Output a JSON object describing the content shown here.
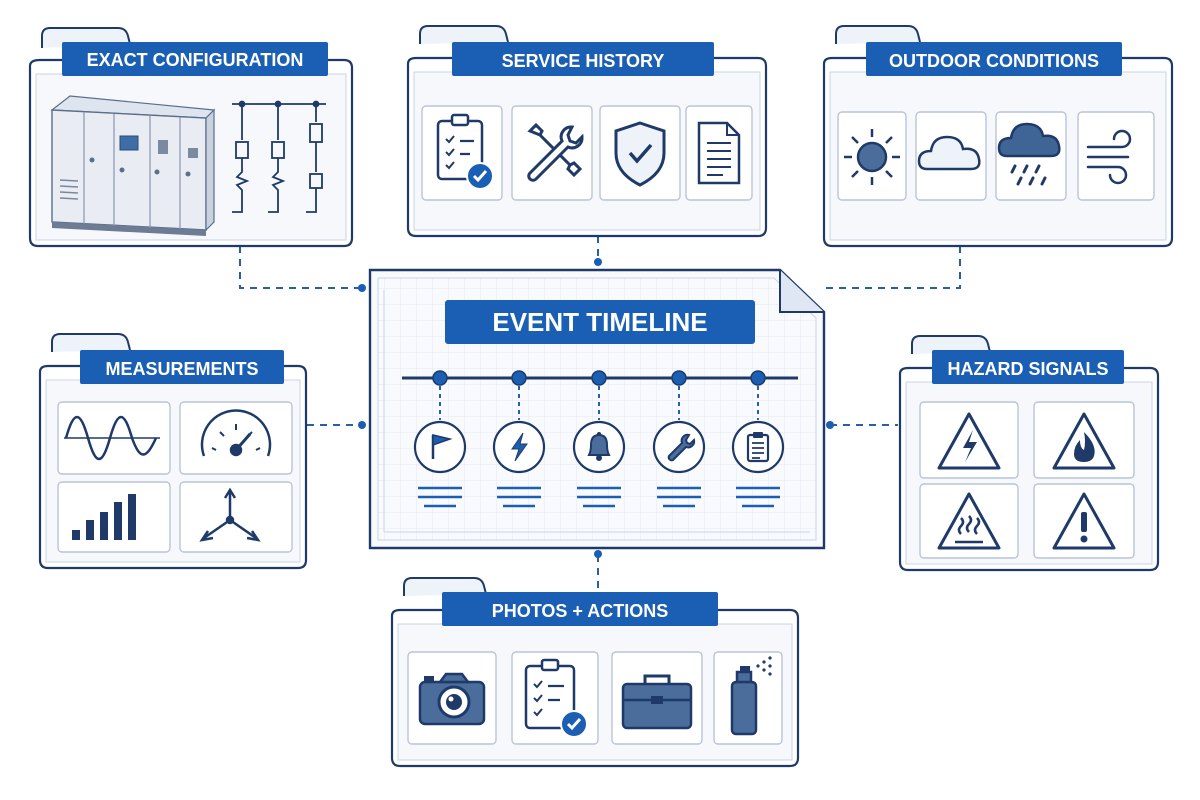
{
  "colors": {
    "navy": "#1f3a68",
    "blue": "#1b5fb4",
    "steel": "#4a6d9c",
    "light": "#eef3fa",
    "line": "#2a5ea8"
  },
  "panels": {
    "config": {
      "label": "EXACT CONFIGURATION",
      "icons": [
        "electrical-cabinet-icon",
        "single-line-diagram-icon"
      ]
    },
    "service": {
      "label": "SERVICE HISTORY",
      "icons": [
        "checklist-clipboard-icon",
        "tools-icon",
        "shield-check-icon",
        "document-icon"
      ]
    },
    "outdoor": {
      "label": "OUTDOOR CONDITIONS",
      "icons": [
        "sun-icon",
        "cloud-icon",
        "rain-cloud-icon",
        "wind-icon"
      ]
    },
    "measure": {
      "label": "MEASUREMENTS",
      "icons": [
        "waveform-icon",
        "gauge-icon",
        "bar-chart-icon",
        "three-phase-icon"
      ]
    },
    "hazard": {
      "label": "HAZARD SIGNALS",
      "icons": [
        "electrical-hazard-icon",
        "fire-hazard-icon",
        "hot-surface-icon",
        "general-warning-icon"
      ]
    },
    "photos": {
      "label": "PHOTOS + ACTIONS",
      "icons": [
        "camera-icon",
        "checklist-clipboard-icon",
        "toolbox-icon",
        "spray-can-icon"
      ]
    }
  },
  "timeline": {
    "title": "EVENT TIMELINE",
    "events": [
      "flag-icon",
      "lightning-icon",
      "bell-icon",
      "wrench-icon",
      "clipboard-icon"
    ]
  }
}
